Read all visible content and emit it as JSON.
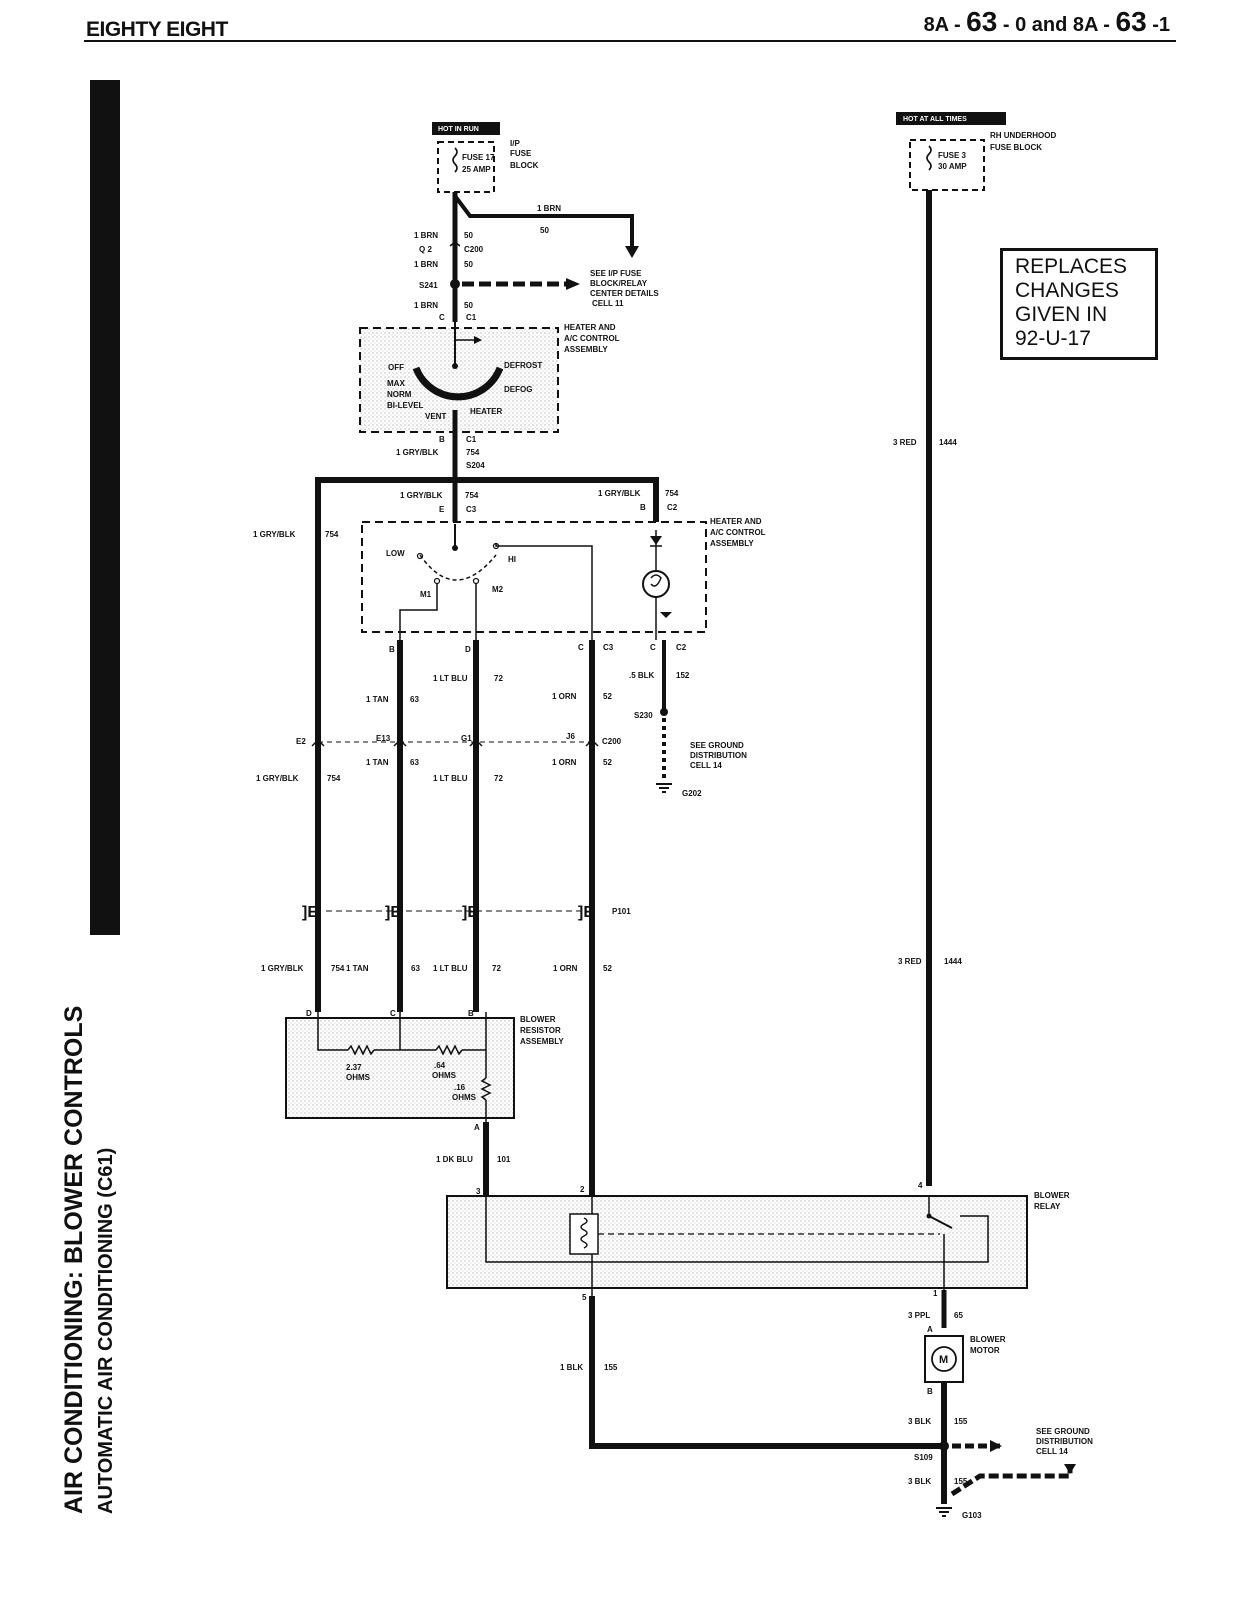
{
  "header": {
    "left": "EIGHTY EIGHT",
    "right_prefix": "8A - ",
    "right_num_a": "63",
    "right_mid": " - 0  and  8A - ",
    "right_num_b": "63",
    "right_suffix": " -1"
  },
  "side": {
    "title": "AIR CONDITIONING: BLOWER CONTROLS",
    "subtitle": "AUTOMATIC AIR CONDITIONING (C61)"
  },
  "notice": {
    "lines": [
      "REPLACES",
      "CHANGES",
      "GIVEN IN",
      "92-U-17"
    ]
  },
  "diagram": {
    "hot_in_run": "HOT IN RUN",
    "hot_at_all_times": "HOT AT ALL TIMES",
    "ip_fuse_block": [
      "I/P",
      "FUSE",
      "BLOCK"
    ],
    "fuse17": [
      "FUSE 17",
      "25 AMP"
    ],
    "rh_underhood": [
      "RH UNDERHOOD",
      "FUSE BLOCK"
    ],
    "fuse3": [
      "FUSE 3",
      "30 AMP"
    ],
    "wire_1brn": "1 BRN",
    "circuit_50": "50",
    "q2": "Q  2",
    "c200": "C200",
    "s241": "S241",
    "see_ip": [
      "SEE I/P FUSE",
      "BLOCK/RELAY",
      "CENTER DETAILS",
      "CELL 11"
    ],
    "c_letter": "C",
    "c1": "C1",
    "heater_ac_assembly": [
      "HEATER AND",
      "A/C CONTROL",
      "ASSEMBLY"
    ],
    "modes": {
      "off": "OFF",
      "max": "MAX",
      "norm": "NORM",
      "bilevel": "BI-LEVEL",
      "vent": "VENT",
      "heater": "HEATER",
      "defog": "DEFOG",
      "defrost": "DEFROST"
    },
    "b_letter": "B",
    "wire_1grybk": "1 GRY/BLK",
    "circuit_754": "754",
    "s204": "S204",
    "e_letter": "E",
    "c3": "C3",
    "c2": "C2",
    "low": "LOW",
    "hi": "HI",
    "m1": "M1",
    "m2": "M2",
    "d_letter": "D",
    "wire_1tan": "1 TAN",
    "circuit_63": "63",
    "wire_1ltblu": "1 LT BLU",
    "circuit_72": "72",
    "wire_1orn": "1 ORN",
    "circuit_52": "52",
    "wire_5blk": ".5 BLK",
    "circuit_152": "152",
    "s230": "S230",
    "see_ground": [
      "SEE GROUND",
      "DISTRIBUTION",
      "CELL 14"
    ],
    "g202": "G202",
    "e2": "E2",
    "e13": "E13",
    "g1": "G1",
    "j6": "J6",
    "p101": "P101",
    "resistor_label": [
      "BLOWER",
      "RESISTOR",
      "ASSEMBLY"
    ],
    "ohm1": [
      "2.37",
      "OHMS"
    ],
    "ohm2": [
      ".64",
      "OHMS"
    ],
    "ohm3": [
      ".16",
      "OHMS"
    ],
    "a_letter": "A",
    "wire_1dkblu": "1 DK BLU",
    "circuit_101": "101",
    "pin3": "3",
    "pin2": "2",
    "pin4": "4",
    "pin5": "5",
    "pin1": "1",
    "blower_relay": [
      "BLOWER",
      "RELAY"
    ],
    "wire_3red": "3 RED",
    "circuit_1444": "1444",
    "wire_3ppl": "3 PPL",
    "circuit_65": "65",
    "blower_motor": [
      "BLOWER",
      "MOTOR"
    ],
    "motor_m": "M",
    "wire_1blk": "1 BLK",
    "circuit_155": "155",
    "wire_3blk": "3 BLK",
    "s109": "S109",
    "g103": "G103"
  }
}
